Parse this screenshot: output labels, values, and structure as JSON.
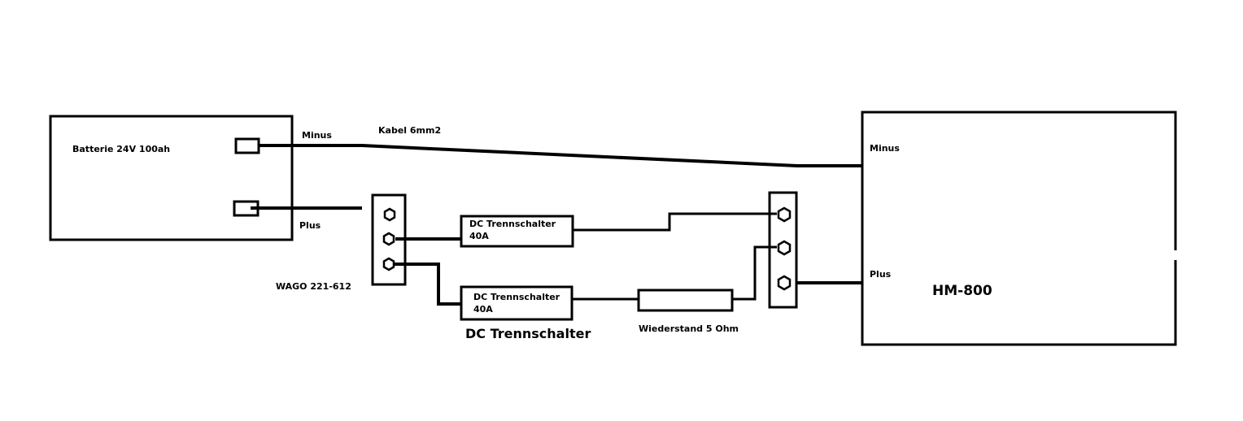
{
  "diagram": {
    "battery": {
      "label": "Batterie 24V 100ah"
    },
    "battery_minus_label": "Minus",
    "battery_plus_label": "Plus",
    "cable_label": "Kabel 6mm2",
    "wago_label": "WAGO 221-612",
    "switch1": {
      "line1": "DC Trennschalter",
      "line2": "40A"
    },
    "switch2": {
      "line1": "DC Trennschalter",
      "line2": "40A"
    },
    "switch_caption": "DC Trennschalter",
    "resistor_label": "Wiederstand 5 Ohm",
    "inverter": {
      "label": "HM-800",
      "minus_label": "Minus",
      "plus_label": "Plus"
    },
    "line_color": "#000000"
  }
}
